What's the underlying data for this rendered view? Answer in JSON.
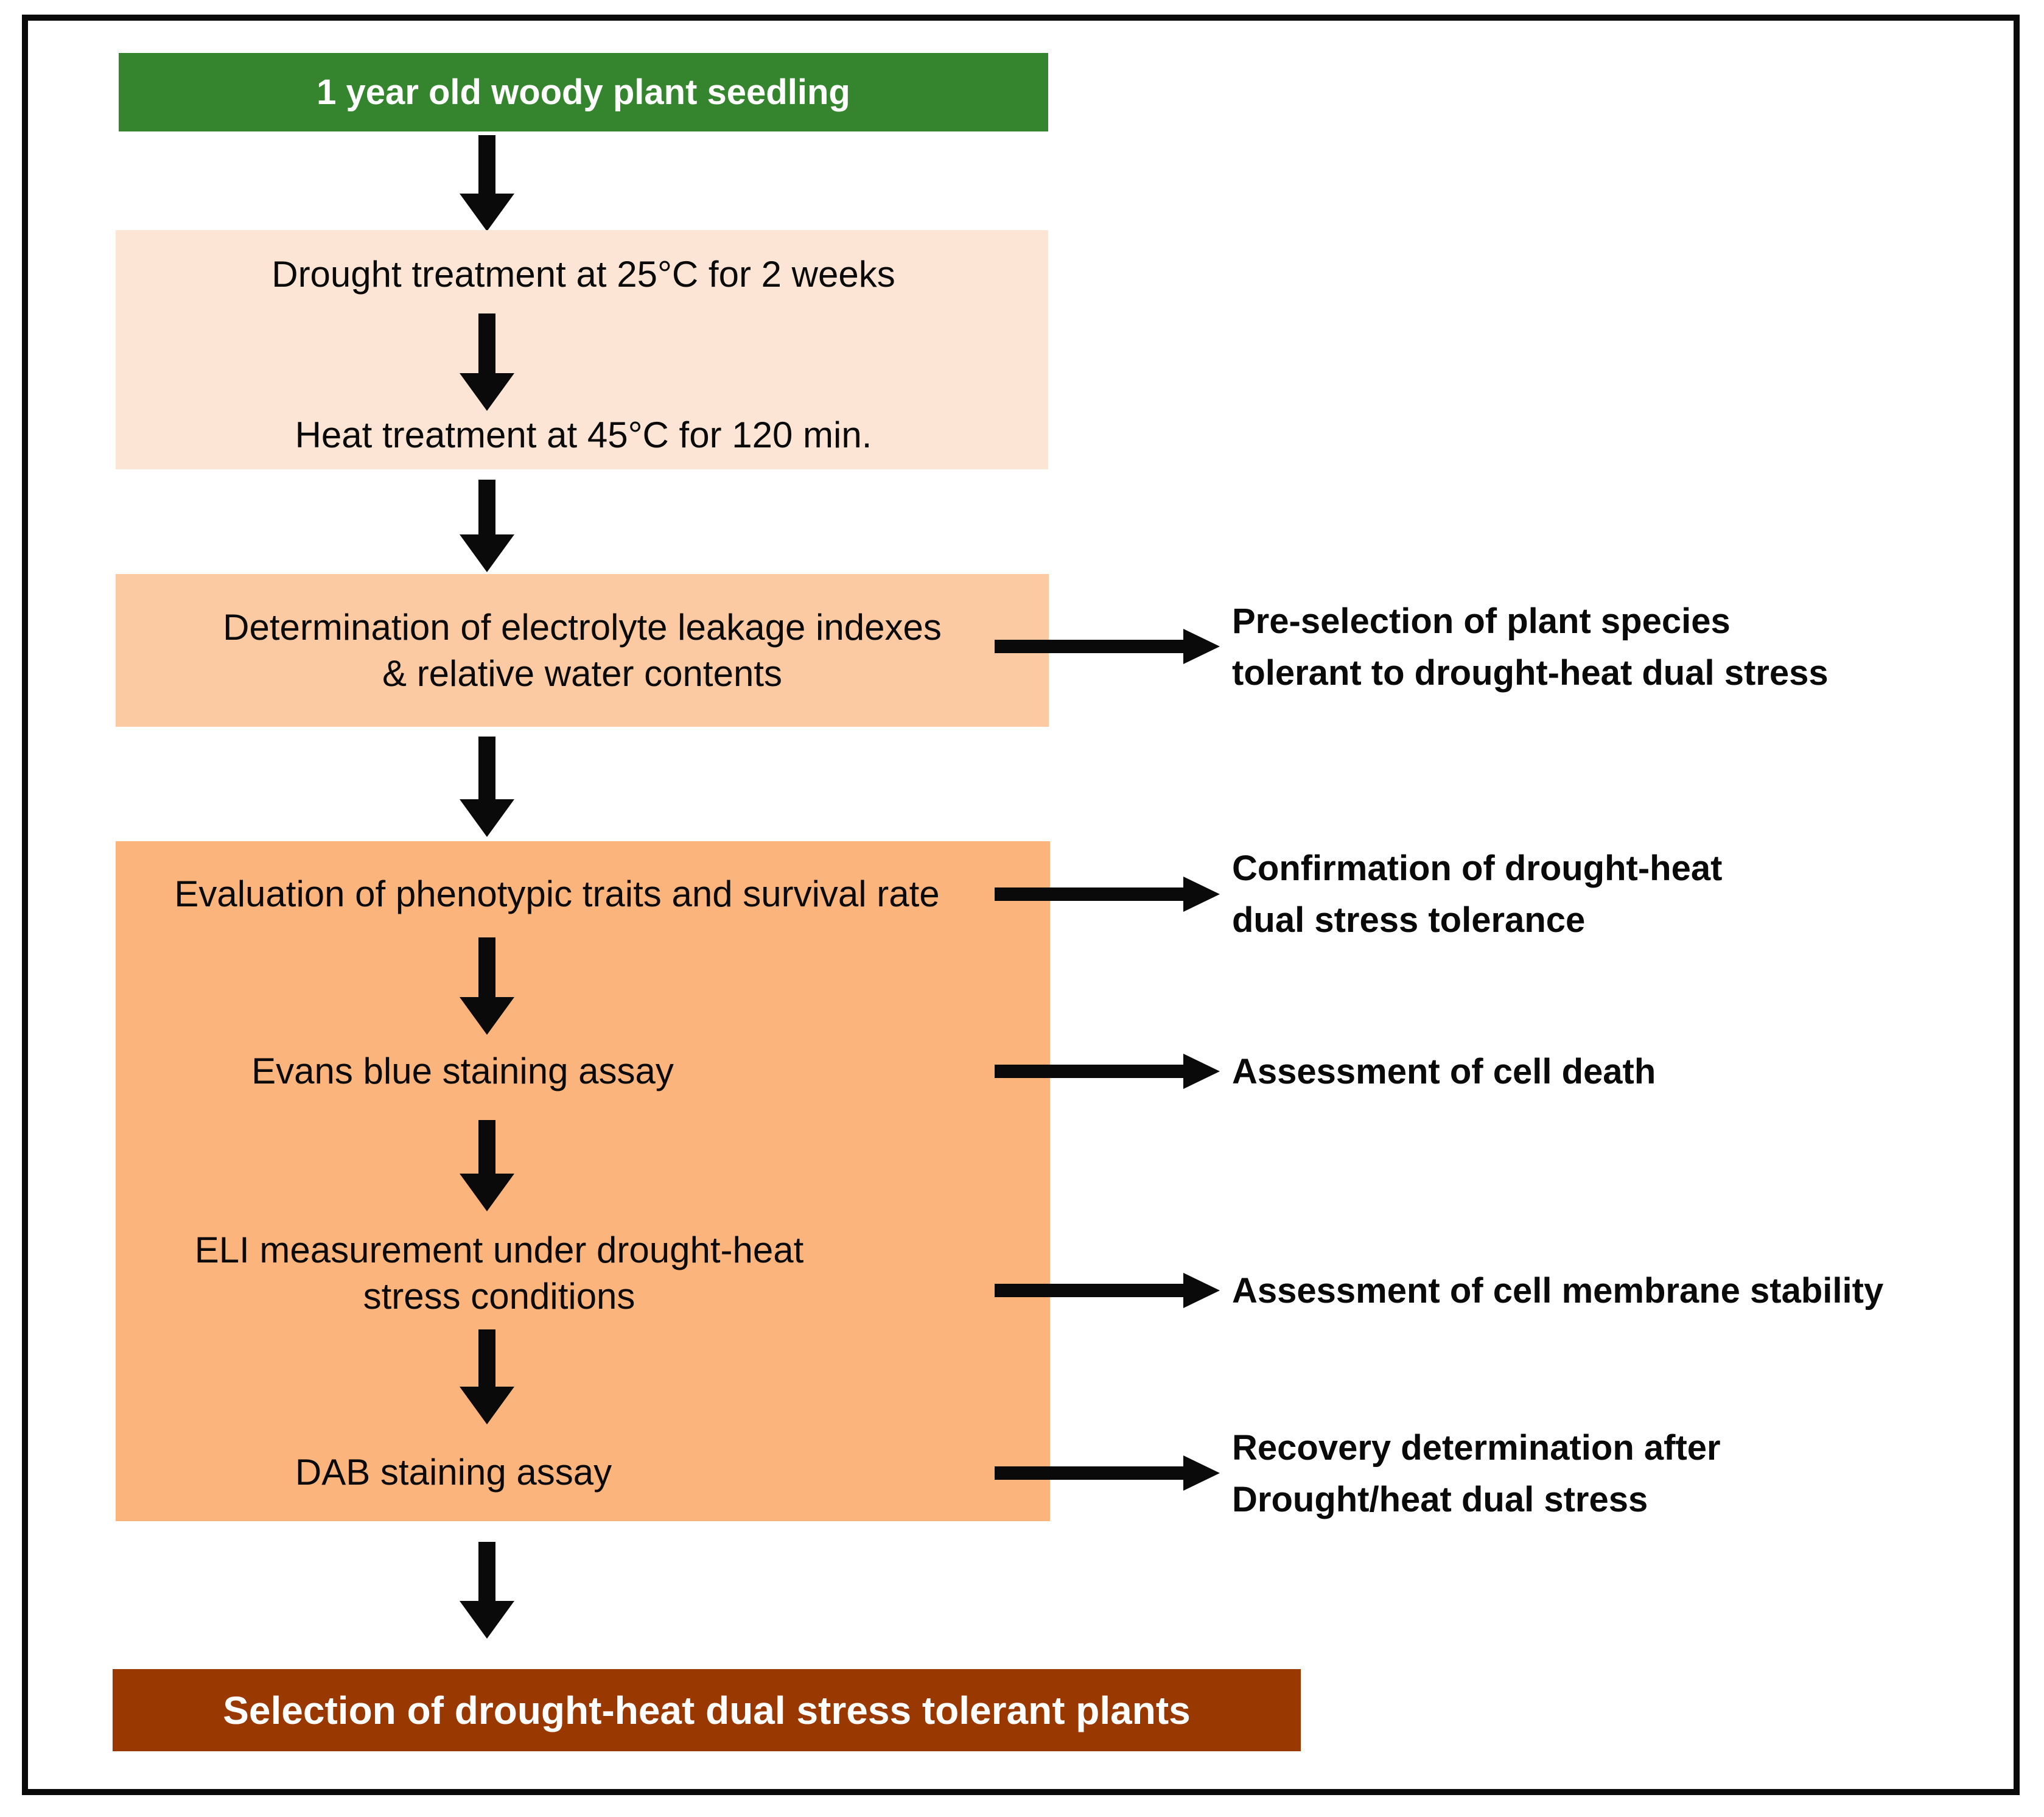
{
  "flow": {
    "seedling_label": "1 year old woody plant seedling",
    "treatment": {
      "drought": "Drought treatment at 25°C for 2 weeks",
      "heat": "Heat treatment at 45°C for 120 min."
    },
    "determination": {
      "line1": "Determination of electrolyte leakage indexes",
      "line2": "& relative water contents"
    },
    "assays": {
      "evaluation": "Evaluation of phenotypic traits and survival rate",
      "evans_blue": "Evans blue staining assay",
      "eli_line1": "ELI measurement under drought-heat",
      "eli_line2": "stress conditions",
      "dab": "DAB staining assay"
    },
    "selection_label": "Selection of drought-heat dual stress tolerant plants"
  },
  "outcomes": [
    {
      "line1": "Pre-selection of plant species",
      "line2": "tolerant to drought-heat dual stress"
    },
    {
      "line1": "Confirmation of drought-heat",
      "line2": "dual stress tolerance"
    },
    {
      "line1": "Assessment of cell death",
      "line2": ""
    },
    {
      "line1": "Assessment of cell membrane stability",
      "line2": ""
    },
    {
      "line1": "Recovery determination after",
      "line2": "Drought/heat dual stress"
    }
  ],
  "colors": {
    "green": "#35842e",
    "light_peach": "#fce5d5",
    "medium_peach": "#fbcaa2",
    "orange": "#fab47c",
    "brown": "#993800"
  }
}
